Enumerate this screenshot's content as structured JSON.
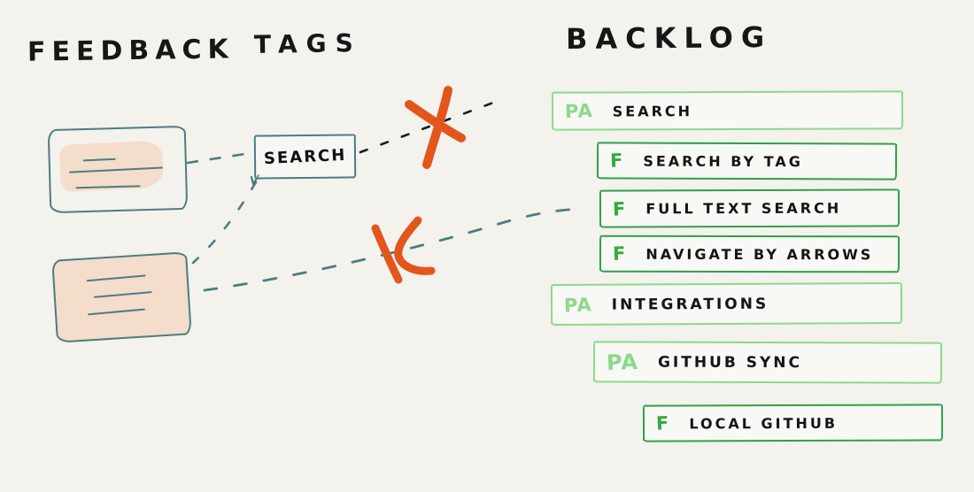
{
  "titles": {
    "feedback": "FEEDBACK",
    "tags": "TAGS",
    "backlog": "BACKLOG"
  },
  "tag": {
    "label": "SEARCH"
  },
  "feedback_cards": [
    {
      "name": "feedback-card-1",
      "text_lines": 3
    },
    {
      "name": "feedback-card-2",
      "text_lines": 3
    }
  ],
  "backlog": {
    "items": [
      {
        "badge": "PA",
        "label": "SEARCH",
        "kind": "parent",
        "indent": 0
      },
      {
        "badge": "F",
        "label": "SEARCH BY TAG",
        "kind": "feature",
        "indent": 1
      },
      {
        "badge": "F",
        "label": "FULL TEXT SEARCH",
        "kind": "feature",
        "indent": 1
      },
      {
        "badge": "F",
        "label": "NAVIGATE BY ARROWS",
        "kind": "feature",
        "indent": 1
      },
      {
        "badge": "PA",
        "label": "INTEGRATIONS",
        "kind": "parent",
        "indent": 0
      },
      {
        "badge": "PA",
        "label": "GITHUB SYNC",
        "kind": "parent",
        "indent": 1
      },
      {
        "badge": "F",
        "label": "LOCAL GITHUB",
        "kind": "feature",
        "indent": 2
      }
    ]
  },
  "connections": [
    {
      "from": "feedback-card-1",
      "to": "search-tag",
      "style": "dashed",
      "status": "linked"
    },
    {
      "from": "search-tag",
      "to": "backlog-item-search",
      "style": "dashed",
      "status": "rejected-x"
    },
    {
      "from": "feedback-card-2",
      "to": "search-tag",
      "style": "dashed",
      "status": "linked"
    },
    {
      "from": "feedback-card-2",
      "to": "backlog-item-full-text-search",
      "style": "dashed",
      "status": "rejected-x"
    }
  ],
  "colors": {
    "background": "#f3f2ec",
    "ink": "#141414",
    "teal_stroke": "#4d7c82",
    "card_fill": "#f4ddcb",
    "pa_green": "#8cd98c",
    "f_green": "#37a93f",
    "f_border": "#2fa04a",
    "cross_orange": "#e2561b"
  }
}
